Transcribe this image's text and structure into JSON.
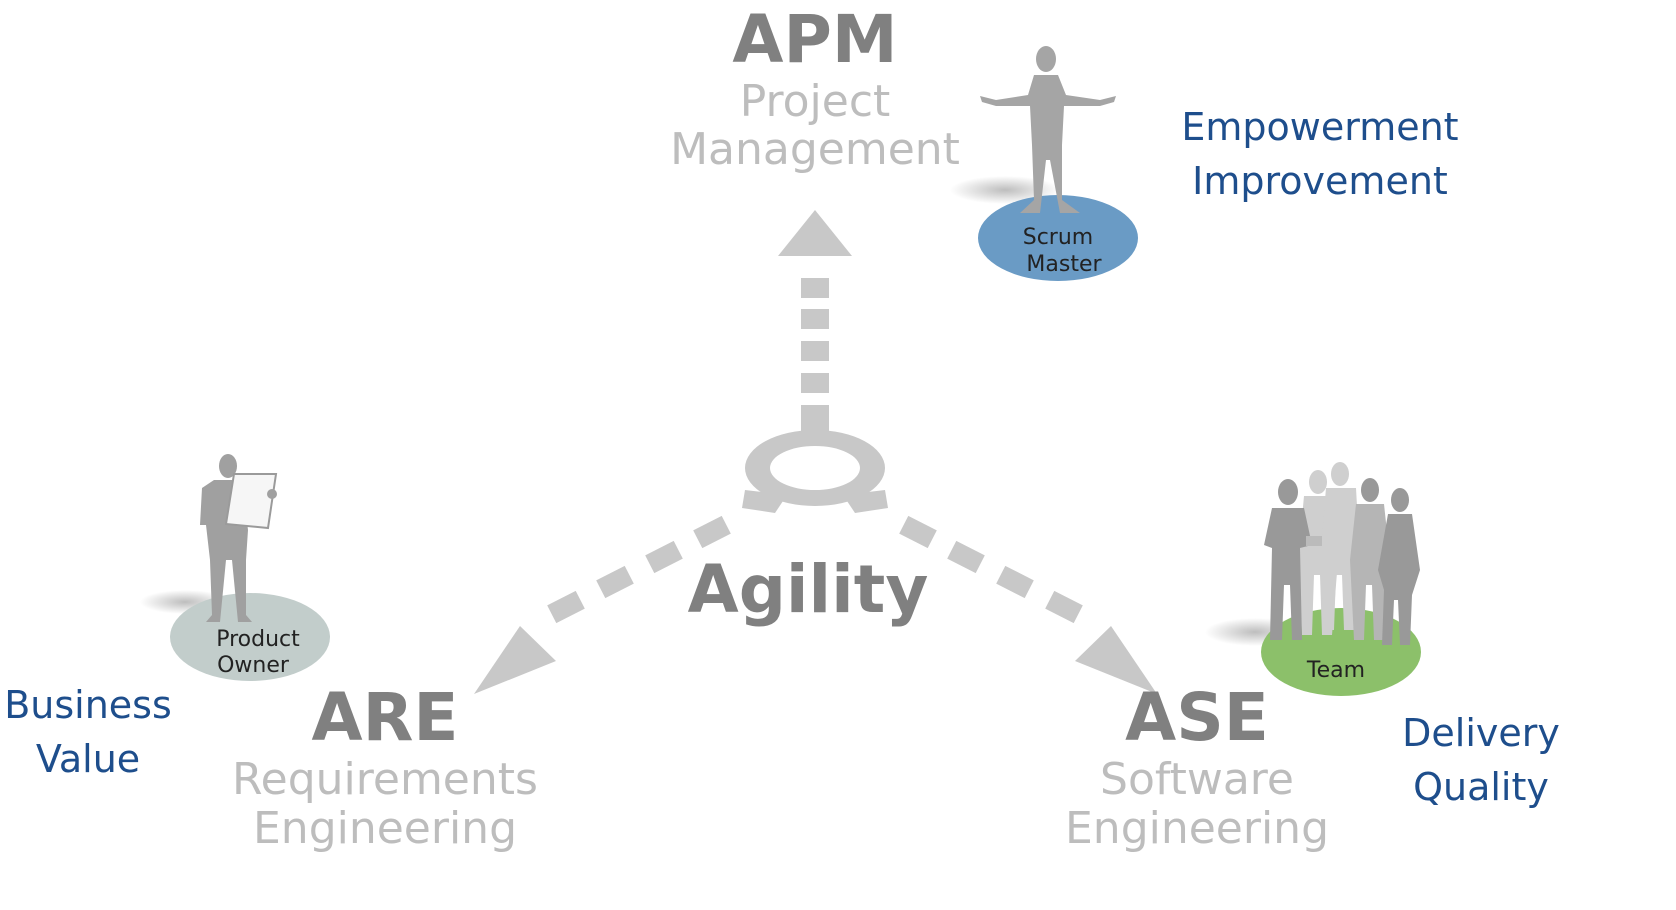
{
  "center": {
    "label": "Agility"
  },
  "apm": {
    "abbr": "APM",
    "full_line1": "Project",
    "full_line2": "Management"
  },
  "are": {
    "abbr": "ARE",
    "full_line1": "Requirements",
    "full_line2": "Engineering"
  },
  "ase": {
    "abbr": "ASE",
    "full_line1": "Software",
    "full_line2": "Engineering"
  },
  "roles": {
    "scrum_master": {
      "line1": "Scrum",
      "line2": "Master",
      "color": "#6a9bc5"
    },
    "product_owner": {
      "line1": "Product",
      "line2": "Owner",
      "color": "#c2cdcb"
    },
    "team": {
      "line1": "Team",
      "color": "#8cc06a"
    }
  },
  "values": {
    "apm": {
      "line1": "Empowerment",
      "line2": "Improvement"
    },
    "are": {
      "line1": "Business",
      "line2": "Value"
    },
    "ase": {
      "line1": "Delivery",
      "line2": "Quality"
    }
  },
  "colors": {
    "text_blue": "#1e4e8c",
    "abbr_gray": "#808080",
    "light_gray": "#c8c8c8",
    "figure_gray": "#a0a0a0"
  }
}
